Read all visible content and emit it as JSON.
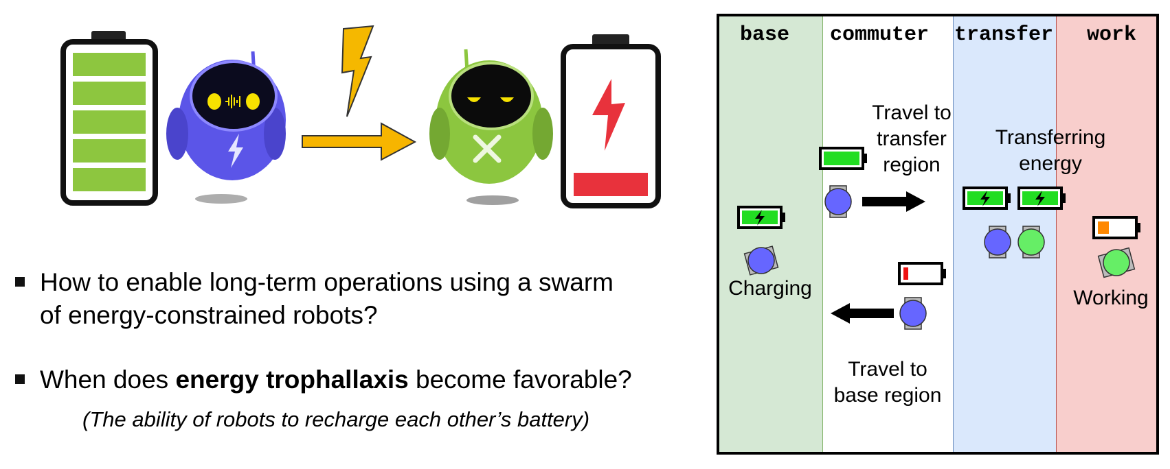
{
  "illustration": {
    "left_robot_icon": "robot-charged-icon",
    "right_robot_icon": "robot-depleted-icon",
    "colors": {
      "purple_robot": "#5b55e8",
      "green_robot": "#8cc63f",
      "battery_green": "#8dc63f",
      "battery_red": "#e8323c",
      "bolt": "#f5b800",
      "arrow": "#f7b500"
    }
  },
  "bullets": [
    {
      "line1": "How to enable long-term operations using a swarm",
      "line2": "of energy-constrained robots?"
    },
    {
      "pre": "When does ",
      "bold": "energy trophallaxis",
      "post": " become favorable?"
    }
  ],
  "note": "(The ability of robots to recharge each other’s battery)",
  "diagram": {
    "regions": [
      {
        "label": "base",
        "color": "#d5e8d4"
      },
      {
        "label": "commuter",
        "color": "#ffffff"
      },
      {
        "label": "transfer",
        "color": "#dae8fc"
      },
      {
        "label": "work",
        "color": "#f8cecc"
      }
    ],
    "texts": {
      "charging": "Charging",
      "travel_transfer": [
        "Travel to",
        "transfer",
        "region"
      ],
      "transferring": [
        "Transferring",
        "energy"
      ],
      "working": "Working",
      "travel_base": [
        "Travel to",
        "base region"
      ]
    },
    "colors": {
      "blue_robot": "#6666ff",
      "green_robot": "#66ee66",
      "battery_full": "#22dd22",
      "battery_low": "#ee1111",
      "battery_mid": "#ff8800"
    }
  }
}
